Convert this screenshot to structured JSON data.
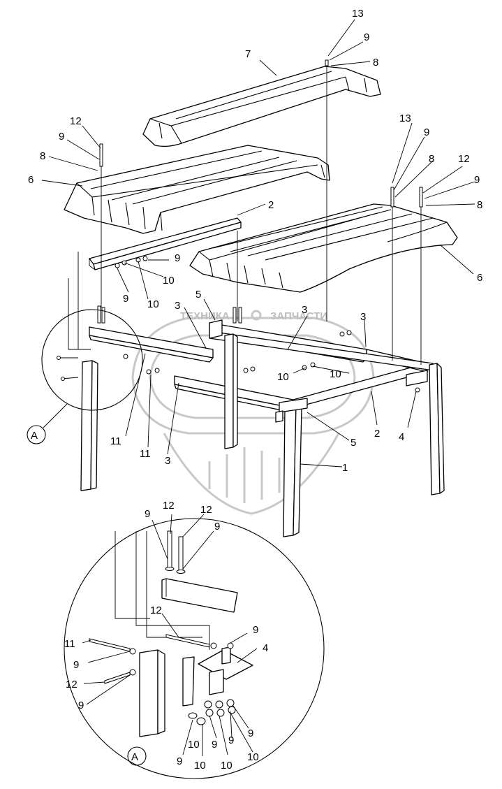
{
  "watermark": {
    "text_left": "ТЕХНИКА",
    "text_right": "ЗАПЧАСТИ"
  },
  "view": {
    "label": "А"
  },
  "callouts": {
    "n1": "1",
    "n2": "2",
    "n3": "3",
    "n4": "4",
    "n5": "5",
    "n6": "6",
    "n7": "7",
    "n8": "8",
    "n9": "9",
    "n10": "10",
    "n11": "11",
    "n12": "12",
    "n13": "13"
  }
}
